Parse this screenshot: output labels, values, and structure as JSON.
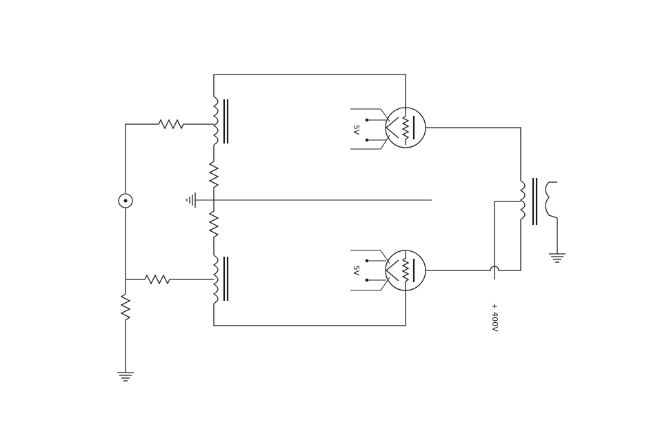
{
  "schematic": {
    "top_tube_filament_label": "5V",
    "bottom_tube_filament_label": "5V",
    "supply_label": "+ 400V"
  }
}
